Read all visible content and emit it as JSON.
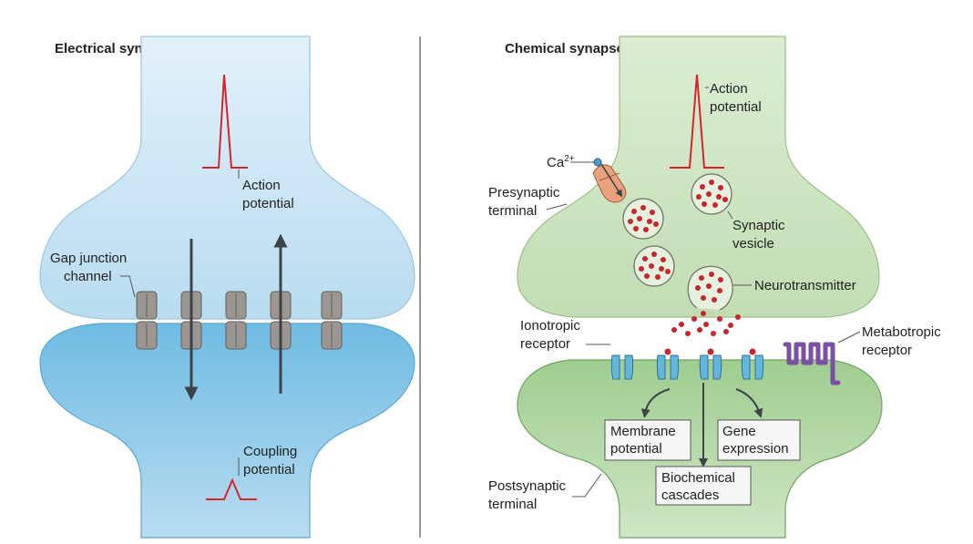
{
  "electrical": {
    "title": "Electrical synapse",
    "action_potential": [
      "Action",
      "potential"
    ],
    "gap_junction": [
      "Gap junction",
      "channel"
    ],
    "coupling_potential": [
      "Coupling",
      "potential"
    ]
  },
  "chemical": {
    "title": "Chemical synapse",
    "action_potential": [
      "Action",
      "potential"
    ],
    "calcium": "Ca",
    "calcium_charge": "2+",
    "presynaptic_terminal": [
      "Presynaptic",
      "terminal"
    ],
    "synaptic_vesicle": [
      "Synaptic",
      "vesicle"
    ],
    "neurotransmitter": "Neurotransmitter",
    "ionotropic_receptor": [
      "Ionotropic",
      "receptor"
    ],
    "metabotropic_receptor": [
      "Metabotropic",
      "receptor"
    ],
    "membrane_potential": [
      "Membrane",
      "potential"
    ],
    "gene_expression": [
      "Gene",
      "expression"
    ],
    "biochemical_cascades": [
      "Biochemical",
      "cascades"
    ],
    "postsynaptic_terminal": [
      "Postsynaptic",
      "terminal"
    ]
  },
  "colors": {
    "electrical_fill_top": "#d4eaf6",
    "electrical_fill_bottom": "#7ec3e6",
    "chemical_fill": "#c9e2bd",
    "chemical_post_fill": "#a9d39c",
    "spike": "#d6242a",
    "neurotransmitter_dot": "#c8262b",
    "ionotropic": "#64b6de",
    "metabotropic": "#7b4fa3",
    "channel": "#9b9691",
    "arrow": "#3d4349"
  }
}
